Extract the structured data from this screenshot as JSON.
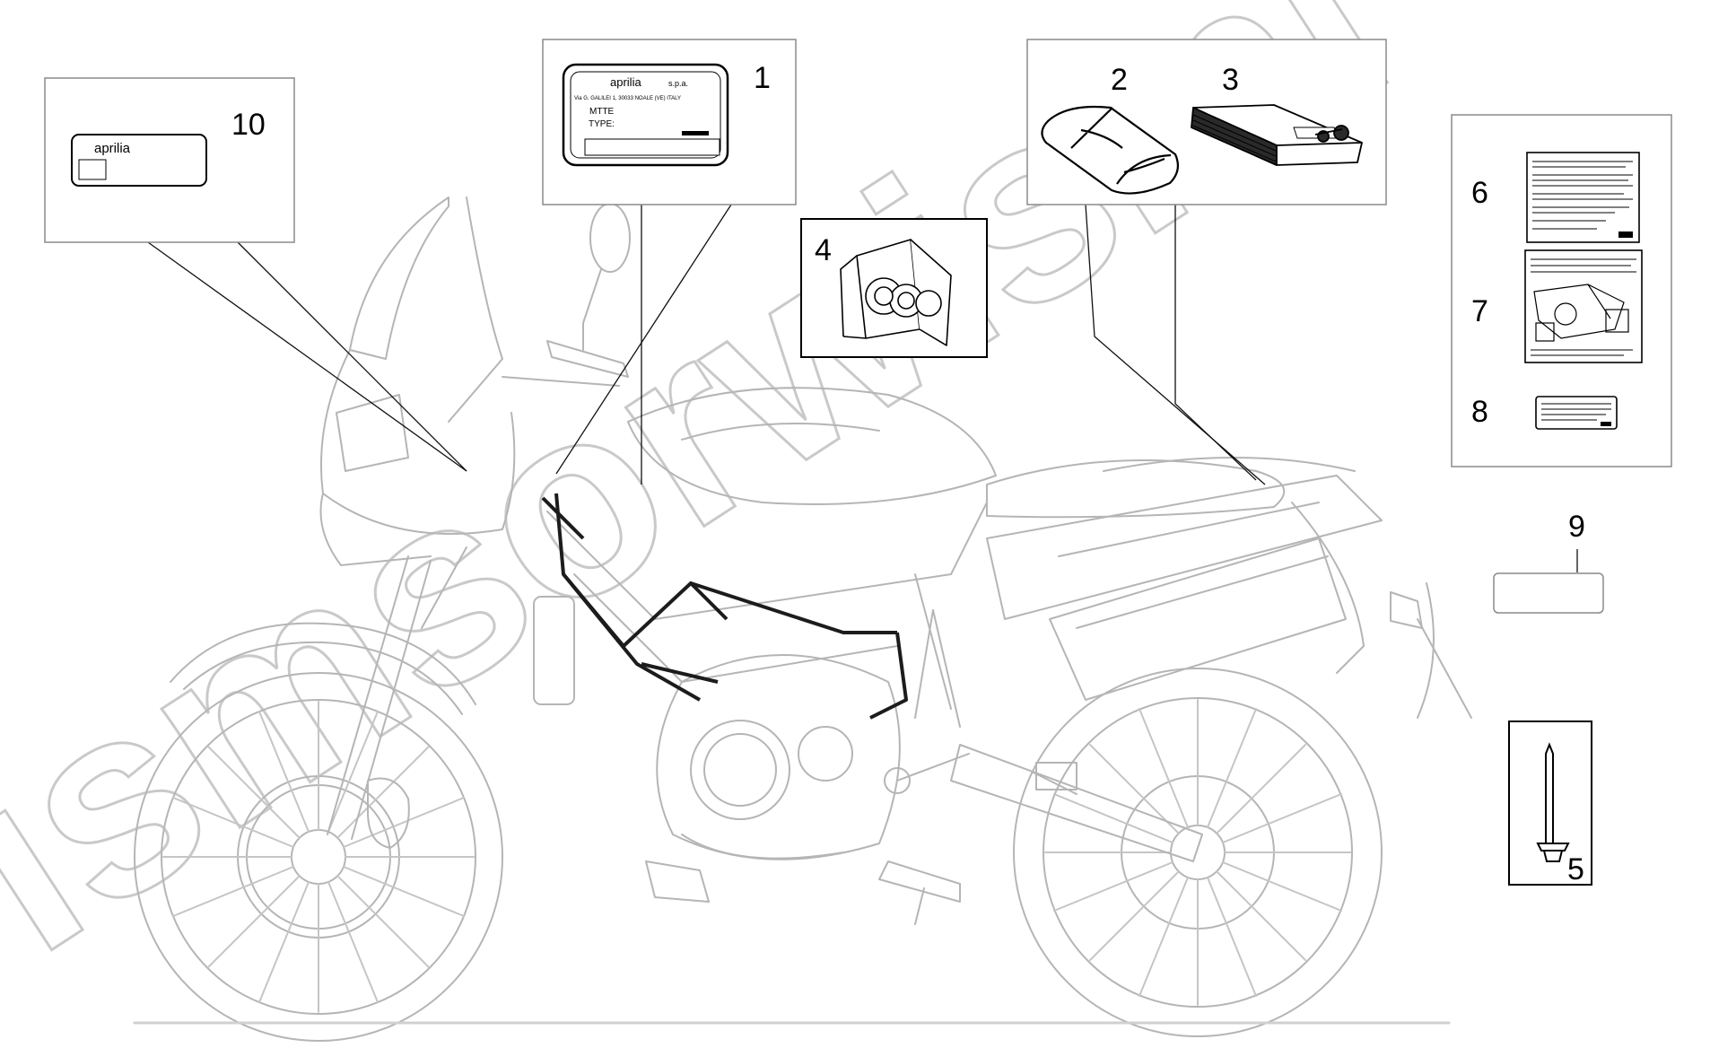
{
  "callouts": {
    "n1": "1",
    "n2": "2",
    "n3": "3",
    "n4": "4",
    "n5": "5",
    "n6": "6",
    "n7": "7",
    "n8": "8",
    "n9": "9",
    "n10": "10"
  },
  "plate": {
    "brand": "aprilia",
    "suffix": "s.p.a.",
    "address": "Via G. GALILEI 1, 30033 NOALE (VE) ITALY",
    "line_mtte": "MTTE",
    "line_type": "TYPE:"
  },
  "sticker10": {
    "brand": "aprilia"
  },
  "watermark": {
    "text": "ismsorwis.nl"
  },
  "colors": {
    "line": "#b5b5b5",
    "box": "#8a8a8a",
    "ink": "#000000",
    "accent": "#1c1c1c"
  }
}
